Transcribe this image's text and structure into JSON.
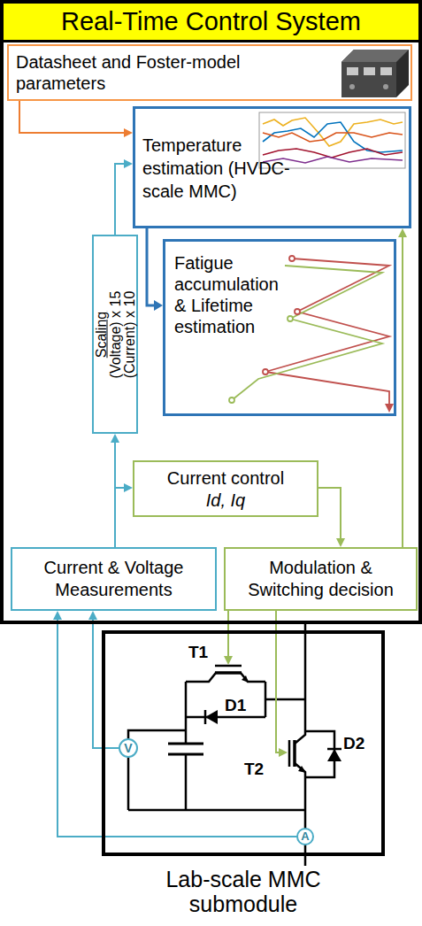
{
  "diagram": {
    "nodes": [
      {
        "text": [
          "Real-Time Control System"
        ]
      },
      {
        "text": [
          "Datasheet and Foster-model parameters"
        ],
        "in": 0
      },
      {
        "text": [
          "Temperature estimation (HVDC-scale MMC)"
        ],
        "in": 0
      },
      {
        "text": [
          "Scaling",
          "(Voltage) x 15",
          "(Current) x 10"
        ],
        "in": 0
      },
      {
        "text": [
          "Fatigue accumulation & Lifetime estimation"
        ],
        "in": 0
      },
      {
        "text": [
          "Current control",
          "Id, Iq"
        ],
        "in": 0
      },
      {
        "text": [
          "Current & Voltage Measurements"
        ],
        "in": 0
      },
      {
        "text": [
          "Modulation & Switching decision"
        ],
        "in": 0
      },
      {
        "text": [
          "Lab-scale MMC submodule"
        ]
      }
    ],
    "edges": [
      {
        "from": 1,
        "to": 2,
        "arrow": "to"
      },
      {
        "from": 2,
        "to": 4,
        "arrow": "to"
      },
      {
        "from": 6,
        "to": 3,
        "arrow": "to"
      },
      {
        "from": 3,
        "to": 2,
        "arrow": "to"
      },
      {
        "from": 6,
        "to": 5,
        "arrow": "to"
      },
      {
        "from": 5,
        "to": 7,
        "arrow": "to"
      },
      {
        "from": 7,
        "to": 2,
        "arrow": "to"
      },
      {
        "from": 7,
        "to": 8,
        "arrow": "to"
      },
      {
        "from": 7,
        "to": 8,
        "arrow": "to"
      },
      {
        "from": 8,
        "to": 6,
        "arrow": "to"
      },
      {
        "from": 8,
        "to": 6,
        "arrow": "to"
      }
    ],
    "labels": [
      "T1",
      "D1",
      "T2",
      "D2",
      "V",
      "A"
    ]
  }
}
